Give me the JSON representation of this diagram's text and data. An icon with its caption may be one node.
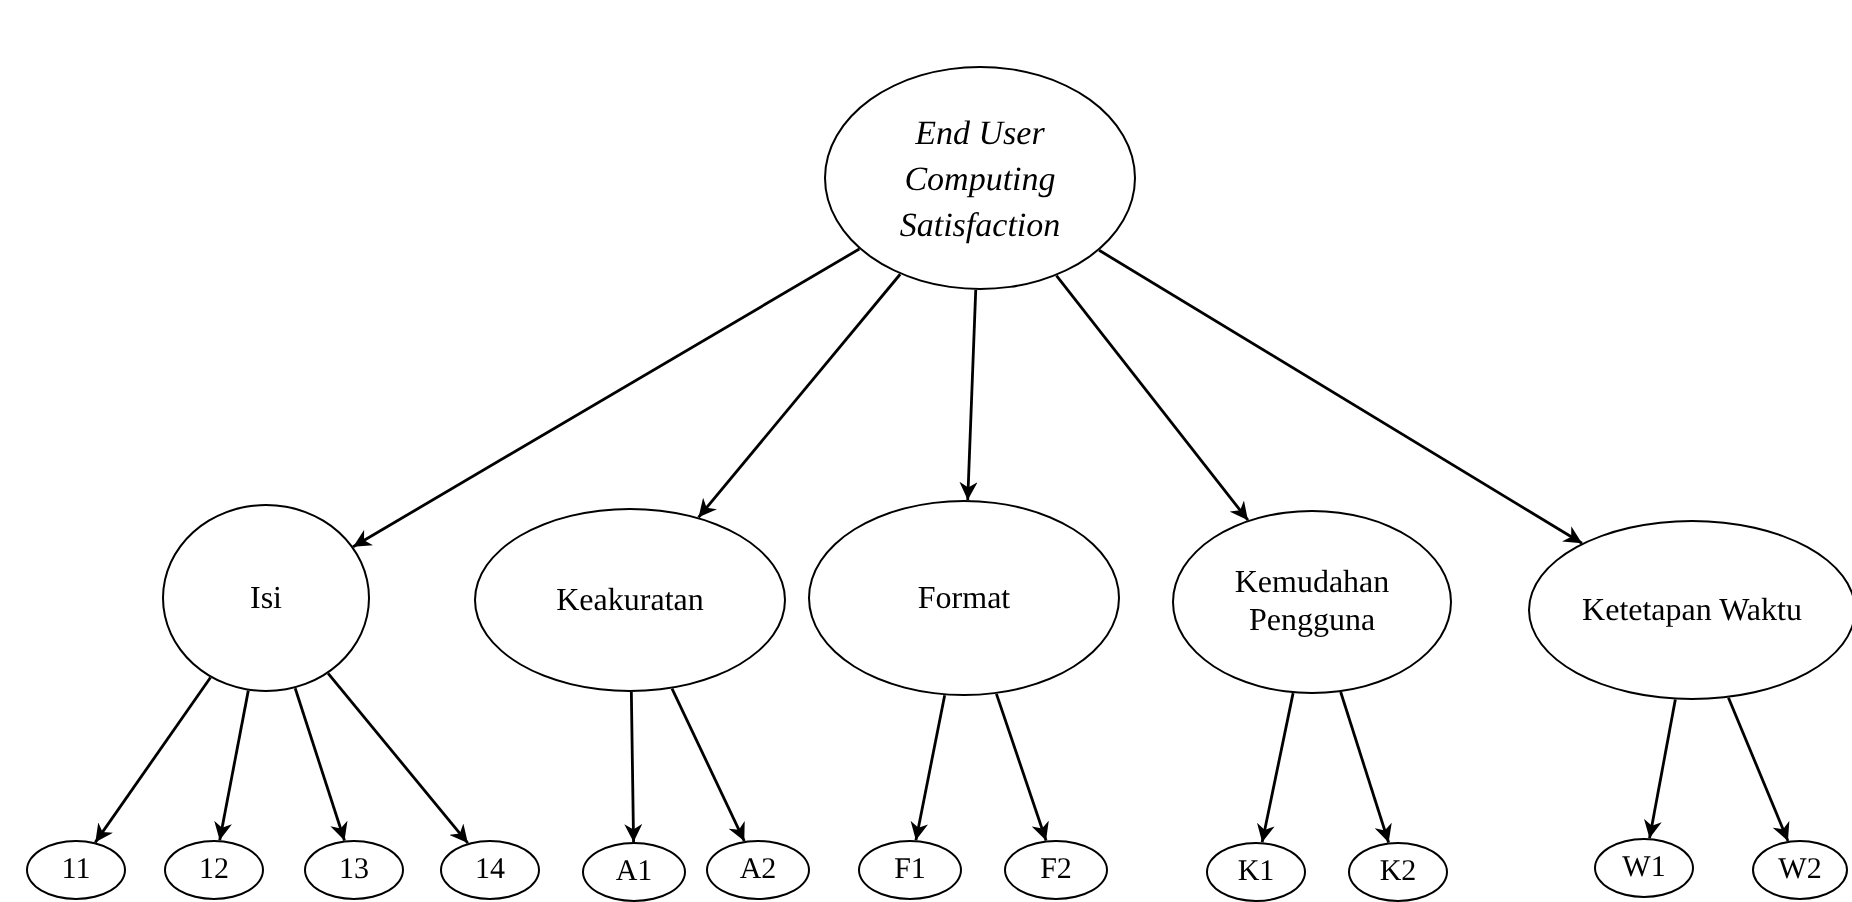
{
  "diagram": {
    "nodes": [
      {
        "text": [
          "End User Computing Satisfaction"
        ]
      },
      {
        "text": [
          "Isi"
        ]
      },
      {
        "text": [
          "Keakuratan"
        ]
      },
      {
        "text": [
          "Format"
        ]
      },
      {
        "text": [
          "Kemudahan Pengguna"
        ]
      },
      {
        "text": [
          "Ketetapan Waktu"
        ]
      },
      {
        "text": [
          "11"
        ]
      },
      {
        "text": [
          "12"
        ]
      },
      {
        "text": [
          "13"
        ]
      },
      {
        "text": [
          "14"
        ]
      },
      {
        "text": [
          "A1"
        ]
      },
      {
        "text": [
          "A2"
        ]
      },
      {
        "text": [
          "F1"
        ]
      },
      {
        "text": [
          "F2"
        ]
      },
      {
        "text": [
          "K1"
        ]
      },
      {
        "text": [
          "K2"
        ]
      },
      {
        "text": [
          "W1"
        ]
      },
      {
        "text": [
          "W2"
        ]
      }
    ],
    "edges": [
      {
        "from": 0,
        "to": 1,
        "arrow": "to"
      },
      {
        "from": 0,
        "to": 2,
        "arrow": "to"
      },
      {
        "from": 0,
        "to": 3,
        "arrow": "to"
      },
      {
        "from": 0,
        "to": 4,
        "arrow": "to"
      },
      {
        "from": 0,
        "to": 5,
        "arrow": "to"
      },
      {
        "from": 1,
        "to": 6,
        "arrow": "to"
      },
      {
        "from": 1,
        "to": 7,
        "arrow": "to"
      },
      {
        "from": 1,
        "to": 8,
        "arrow": "to"
      },
      {
        "from": 1,
        "to": 9,
        "arrow": "to"
      },
      {
        "from": 2,
        "to": 10,
        "arrow": "to"
      },
      {
        "from": 2,
        "to": 11,
        "arrow": "to"
      },
      {
        "from": 3,
        "to": 12,
        "arrow": "to"
      },
      {
        "from": 3,
        "to": 13,
        "arrow": "to"
      },
      {
        "from": 4,
        "to": 14,
        "arrow": "to"
      },
      {
        "from": 4,
        "to": 15,
        "arrow": "to"
      },
      {
        "from": 5,
        "to": 16,
        "arrow": "to"
      },
      {
        "from": 5,
        "to": 17,
        "arrow": "to"
      }
    ]
  }
}
